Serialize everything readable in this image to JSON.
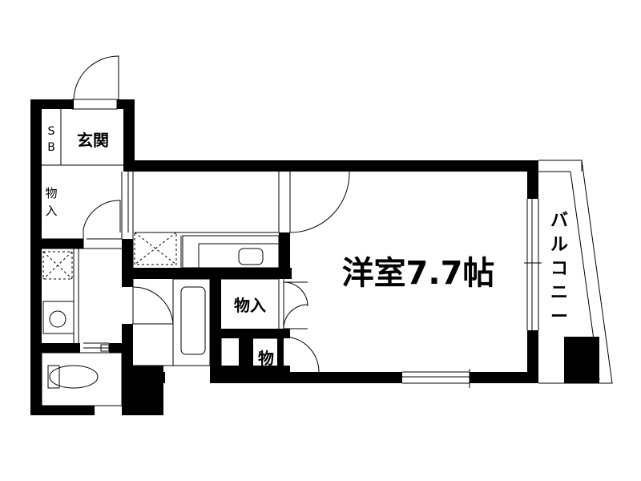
{
  "labels": {
    "entrance": "玄関",
    "shoe_box_s": "S",
    "shoe_box_b": "B",
    "storage_vertical_1": "物",
    "storage_vertical_2": "入",
    "storage_closet": "物入",
    "storage_small": "物",
    "main_room": "洋室7.7帖",
    "balcony": [
      "バ",
      "ル",
      "コ",
      "ニ",
      "ー"
    ]
  },
  "colors": {
    "wall": "#000000",
    "line": "#000000",
    "background": "#ffffff"
  },
  "icons": {
    "toilet": "toilet-icon",
    "washing_machine": "washing-machine-icon",
    "bathtub": "bathtub-icon",
    "sink": "sink-icon",
    "stove": "stove-icon"
  }
}
